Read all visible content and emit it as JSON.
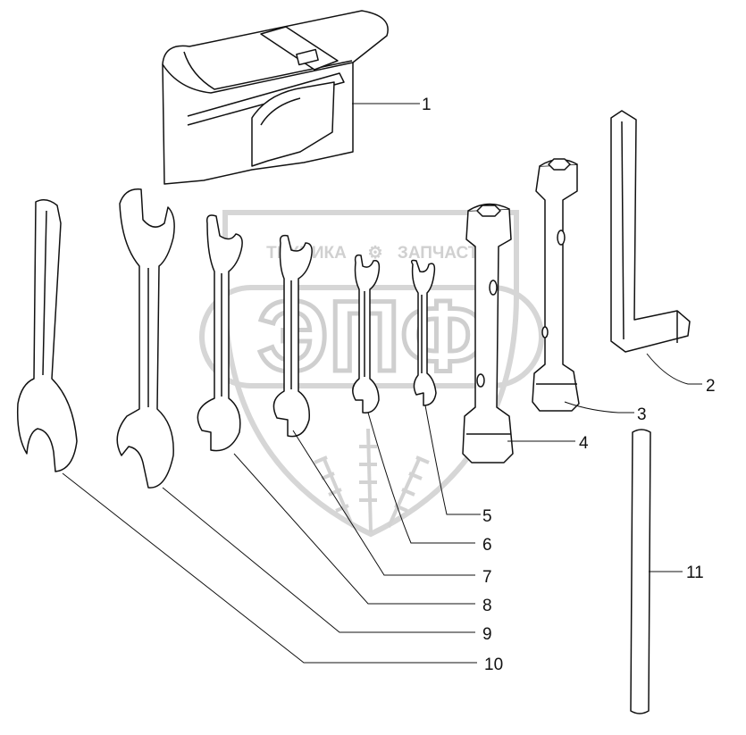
{
  "watermark": {
    "left_word": "ТЕХНИКА",
    "right_word": "ЗАПЧАСТИ",
    "big_letters": "ЭПФ",
    "color": "#cfcfcf"
  },
  "callouts": [
    {
      "id": "1",
      "part": "tool-bag"
    },
    {
      "id": "2",
      "part": "hex-key"
    },
    {
      "id": "3",
      "part": "tube-socket-wrench-large"
    },
    {
      "id": "4",
      "part": "tube-socket-wrench-small"
    },
    {
      "id": "5",
      "part": "double-open-end-wrench-smallest"
    },
    {
      "id": "6",
      "part": "double-open-end-wrench-small"
    },
    {
      "id": "7",
      "part": "double-open-end-wrench-medium"
    },
    {
      "id": "8",
      "part": "double-open-end-wrench-large"
    },
    {
      "id": "9",
      "part": "double-open-end-wrench-xl"
    },
    {
      "id": "10",
      "part": "single-open-end-wrench"
    },
    {
      "id": "11",
      "part": "tommy-bar"
    }
  ]
}
